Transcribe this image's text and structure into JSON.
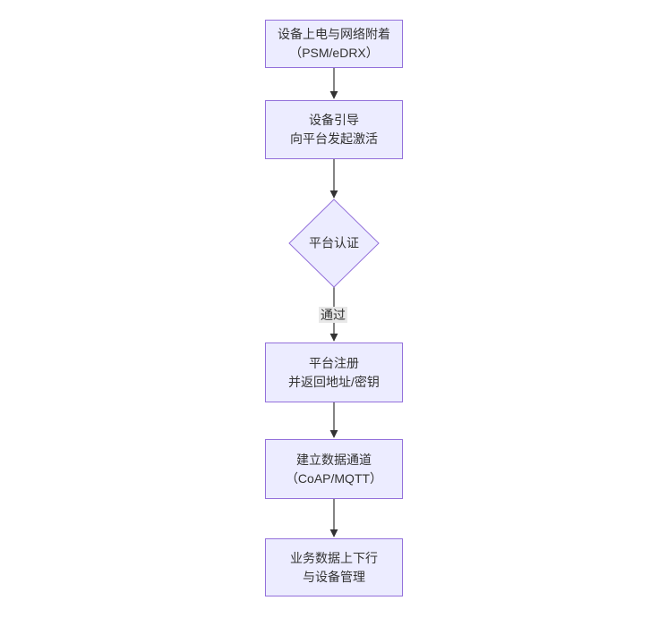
{
  "diagram": {
    "type": "flowchart",
    "direction": "top-down",
    "colors": {
      "bg": "#ffffff",
      "node-fill": "#ECECFF",
      "node-border": "#9370DB",
      "text-color": "#333333",
      "arrow-color": "#333333",
      "edge-label-bg": "#e8e8e8"
    },
    "nodes": [
      {
        "id": "power-attach",
        "shape": "rect",
        "lines": [
          "设备上电与网络附着",
          "（PSM/eDRX）"
        ]
      },
      {
        "id": "bootstrap",
        "shape": "rect",
        "lines": [
          "设备引导",
          "向平台发起激活"
        ]
      },
      {
        "id": "platform-auth",
        "shape": "diamond",
        "lines": [
          "平台认证"
        ]
      },
      {
        "id": "platform-register",
        "shape": "rect",
        "lines": [
          "平台注册",
          "并返回地址/密钥"
        ]
      },
      {
        "id": "data-channel",
        "shape": "rect",
        "lines": [
          "建立数据通道",
          "（CoAP/MQTT）"
        ]
      },
      {
        "id": "business-data",
        "shape": "rect",
        "lines": [
          "业务数据上下行",
          "与设备管理"
        ]
      }
    ],
    "edges": [
      {
        "from": "power-attach",
        "to": "bootstrap",
        "label": ""
      },
      {
        "from": "bootstrap",
        "to": "platform-auth",
        "label": ""
      },
      {
        "from": "platform-auth",
        "to": "platform-register",
        "label": "通过"
      },
      {
        "from": "platform-register",
        "to": "data-channel",
        "label": ""
      },
      {
        "from": "data-channel",
        "to": "business-data",
        "label": ""
      }
    ]
  }
}
